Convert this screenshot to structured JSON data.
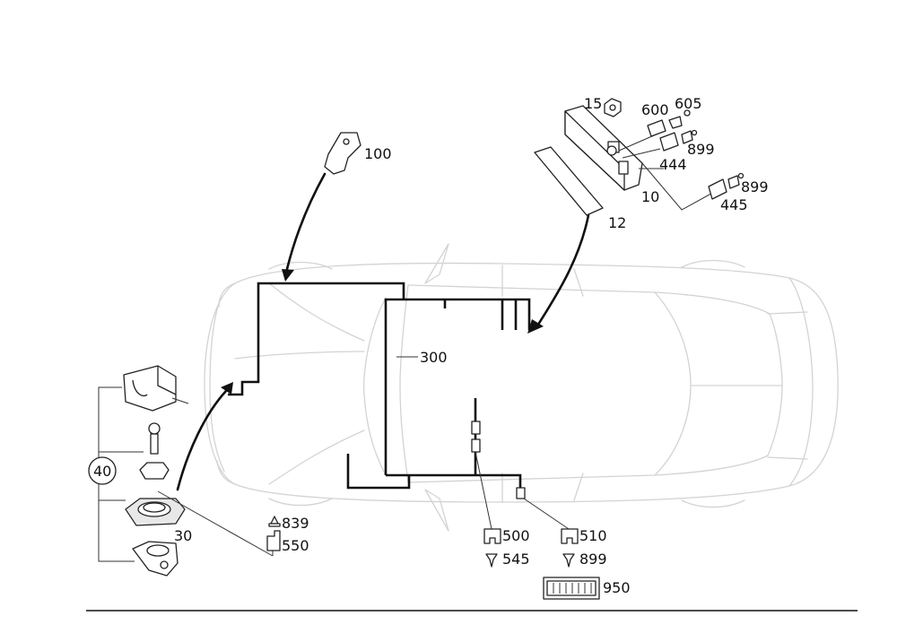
{
  "callouts": {
    "c15": "15",
    "c600": "600",
    "c605": "605",
    "c899a": "899",
    "c444": "444",
    "c10": "10",
    "c899b": "899",
    "c445": "445",
    "c12": "12",
    "c100": "100",
    "c300": "300",
    "c40": "40",
    "c30": "30",
    "c839": "839",
    "c550": "550",
    "c500": "500",
    "c545": "545",
    "c510": "510",
    "c899c": "899",
    "c950": "950"
  }
}
